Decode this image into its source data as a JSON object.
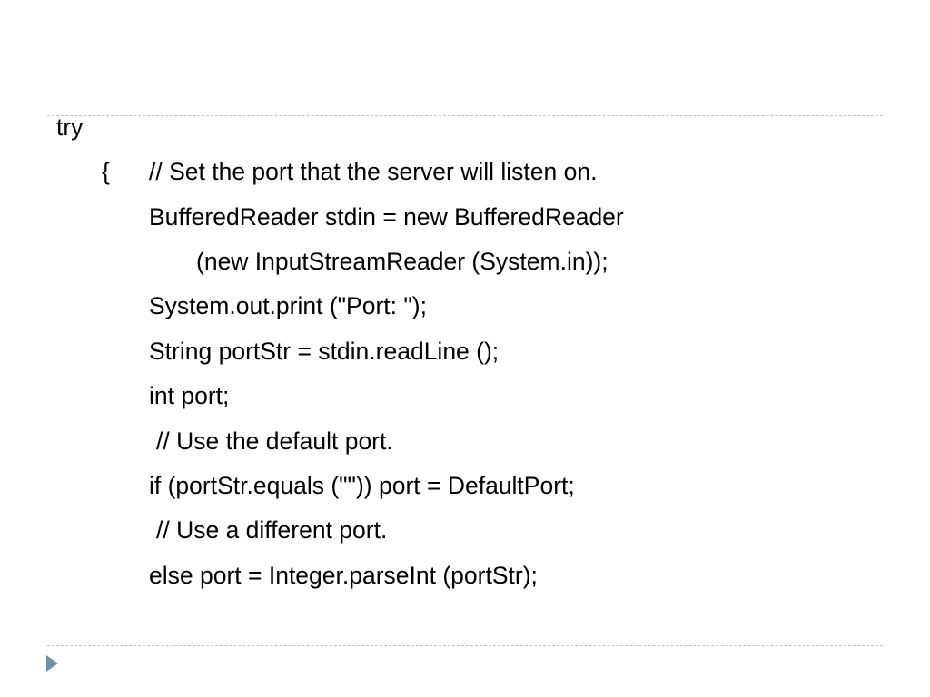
{
  "slide": {
    "lines": [
      "try",
      "{",
      "// Set the port that the server will listen on.",
      "BufferedReader stdin = new BufferedReader",
      "(new InputStreamReader (System.in));",
      "System.out.print (\"Port: \");",
      "String portStr = stdin.readLine ();",
      "int port;",
      "// Use the default port.",
      "if (portStr.equals (\"\")) port = DefaultPort;",
      "// Use a different port.",
      "else port = Integer.parseInt (portStr);"
    ],
    "colors": {
      "rule": "#b8c4cf",
      "nav_arrow": "#6f8ea8",
      "text": "#000000",
      "background": "#ffffff"
    },
    "icons": {
      "nav": "triangle-right-icon"
    }
  }
}
